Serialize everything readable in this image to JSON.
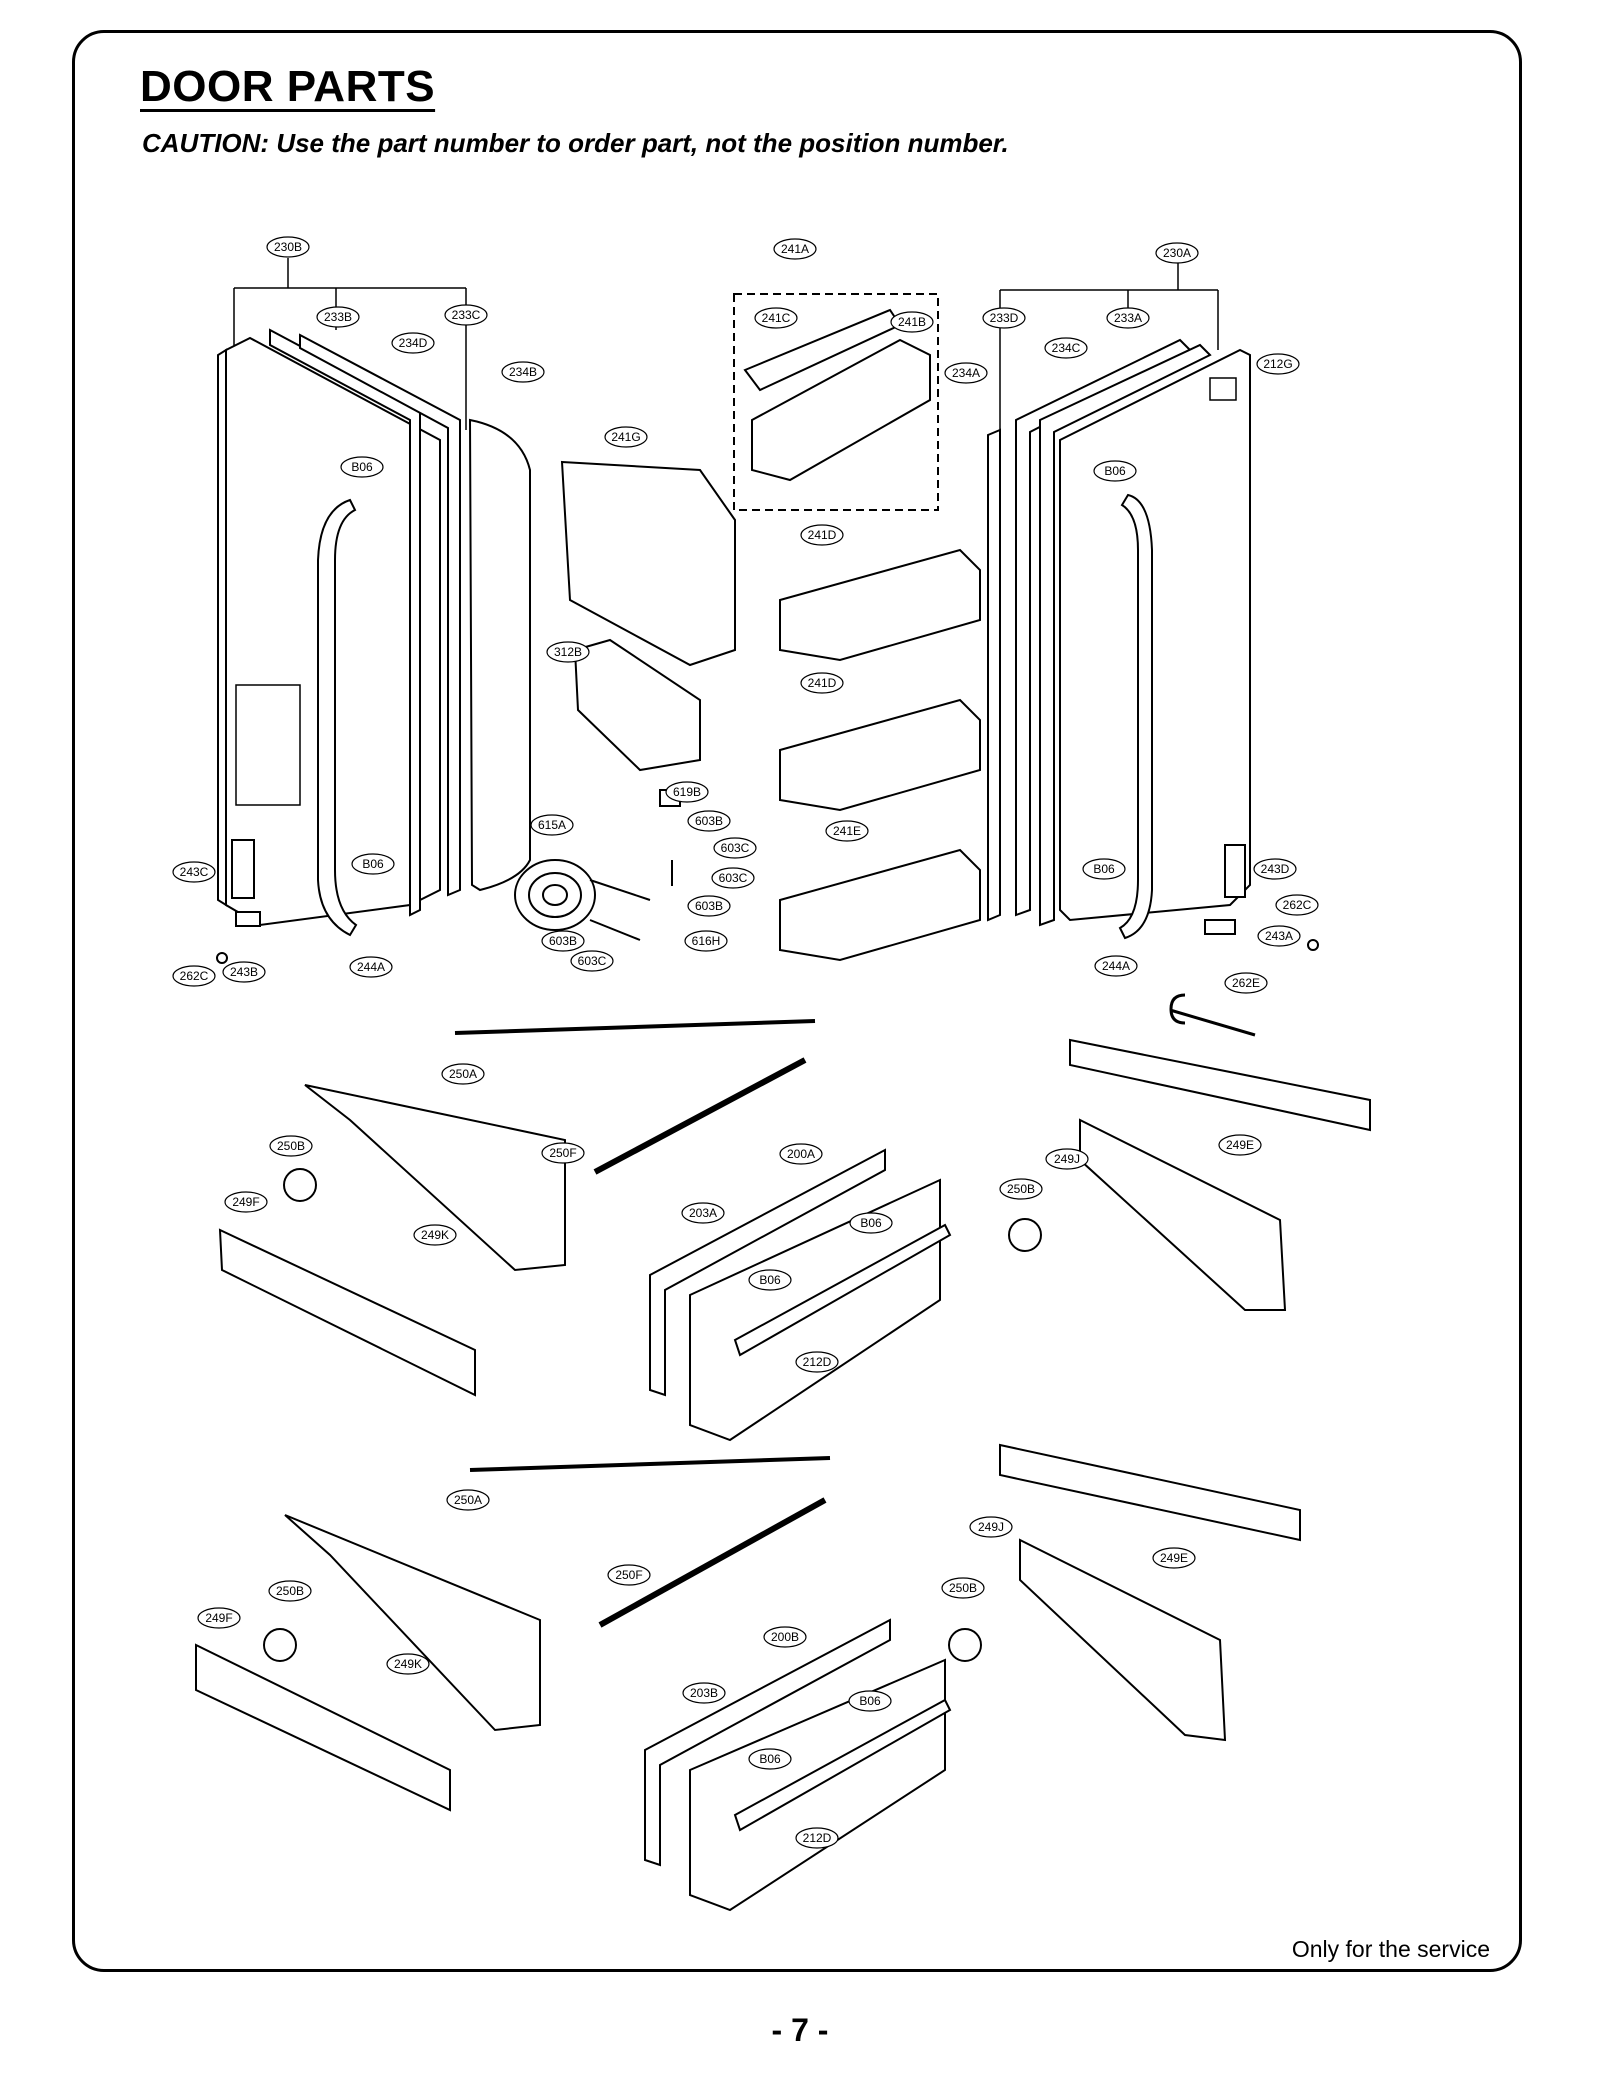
{
  "header": {
    "title": "DOOR PARTS",
    "caution": "CAUTION: Use the part number to order part, not the position number."
  },
  "footer": {
    "note": "Only for the service",
    "page_number": "- 7 -"
  },
  "diagram": {
    "part_labels": [
      "230B",
      "233B",
      "233C",
      "234D",
      "234B",
      "B06",
      "241A",
      "241C",
      "241B",
      "241G",
      "230A",
      "233D",
      "233A",
      "234C",
      "234A",
      "212G",
      "B06",
      "241D",
      "241D",
      "312B",
      "619B",
      "603B",
      "603C",
      "603C",
      "603B",
      "615A",
      "616H",
      "603B",
      "603C",
      "241E",
      "B06",
      "243C",
      "262C",
      "243B",
      "244A",
      "B06",
      "243D",
      "262C",
      "243A",
      "244A",
      "262E",
      "250A",
      "250F",
      "250B",
      "249F",
      "249K",
      "200A",
      "203A",
      "B06",
      "B06",
      "212D",
      "249J",
      "249E",
      "250B",
      "250A",
      "250F",
      "250B",
      "249F",
      "249K",
      "200B",
      "203B",
      "B06",
      "B06",
      "212D",
      "249J",
      "249E",
      "250B"
    ]
  }
}
